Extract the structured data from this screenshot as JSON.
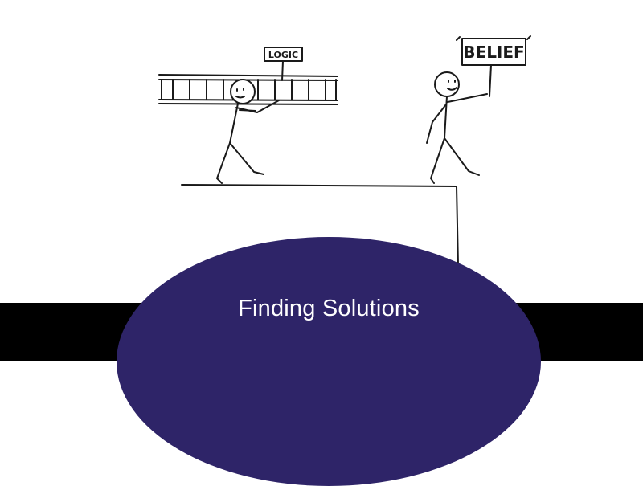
{
  "slide": {
    "title": "Finding Solutions",
    "colors": {
      "oval": "#2e2468",
      "bar": "#000000",
      "background": "#ffffff",
      "ink": "#1a1a1a"
    }
  },
  "illustration": {
    "left_figure": {
      "carries": "ladder",
      "sign_text": "LOGIC"
    },
    "right_figure": {
      "holds": "sign",
      "sign_text": "BELIEF"
    }
  }
}
